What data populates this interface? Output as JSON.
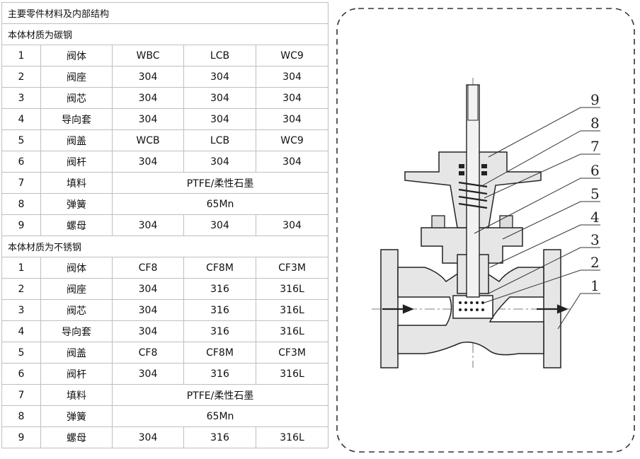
{
  "table": {
    "title": "主要零件材料及内部结构",
    "sections": [
      {
        "title": "本体材质为碳钢",
        "rows": [
          {
            "no": "1",
            "name": "阀体",
            "values": [
              "WBC",
              "LCB",
              "WC9"
            ]
          },
          {
            "no": "2",
            "name": "阀座",
            "values": [
              "304",
              "304",
              "304"
            ]
          },
          {
            "no": "3",
            "name": "阀芯",
            "values": [
              "304",
              "304",
              "304"
            ]
          },
          {
            "no": "4",
            "name": "导向套",
            "values": [
              "304",
              "304",
              "304"
            ]
          },
          {
            "no": "5",
            "name": "阀盖",
            "values": [
              "WCB",
              "LCB",
              "WC9"
            ]
          },
          {
            "no": "6",
            "name": "阀杆",
            "values": [
              "304",
              "304",
              "304"
            ]
          },
          {
            "no": "7",
            "name": "填料",
            "merged": "PTFE/柔性石墨"
          },
          {
            "no": "8",
            "name": "弹簧",
            "merged": "65Mn"
          },
          {
            "no": "9",
            "name": "螺母",
            "values": [
              "304",
              "304",
              "304"
            ]
          }
        ]
      },
      {
        "title": "本体材质为不锈钢",
        "rows": [
          {
            "no": "1",
            "name": "阀体",
            "values": [
              "CF8",
              "CF8M",
              "CF3M"
            ]
          },
          {
            "no": "2",
            "name": "阀座",
            "values": [
              "304",
              "316",
              "316L"
            ]
          },
          {
            "no": "3",
            "name": "阀芯",
            "values": [
              "304",
              "316",
              "316L"
            ]
          },
          {
            "no": "4",
            "name": "导向套",
            "values": [
              "304",
              "316",
              "316L"
            ]
          },
          {
            "no": "5",
            "name": "阀盖",
            "values": [
              "CF8",
              "CF8M",
              "CF3M"
            ]
          },
          {
            "no": "6",
            "name": "阀杆",
            "values": [
              "304",
              "316",
              "316L"
            ]
          },
          {
            "no": "7",
            "name": "填料",
            "merged": "PTFE/柔性石墨"
          },
          {
            "no": "8",
            "name": "弹簧",
            "merged": "65Mn"
          },
          {
            "no": "9",
            "name": "螺母",
            "values": [
              "304",
              "316",
              "316L"
            ]
          }
        ]
      }
    ]
  },
  "diagram": {
    "callouts": [
      "9",
      "8",
      "7",
      "6",
      "5",
      "4",
      "3",
      "2",
      "1"
    ],
    "colors": {
      "fill": "#e6e6e6",
      "line": "#222222",
      "frame": "#333333"
    }
  }
}
